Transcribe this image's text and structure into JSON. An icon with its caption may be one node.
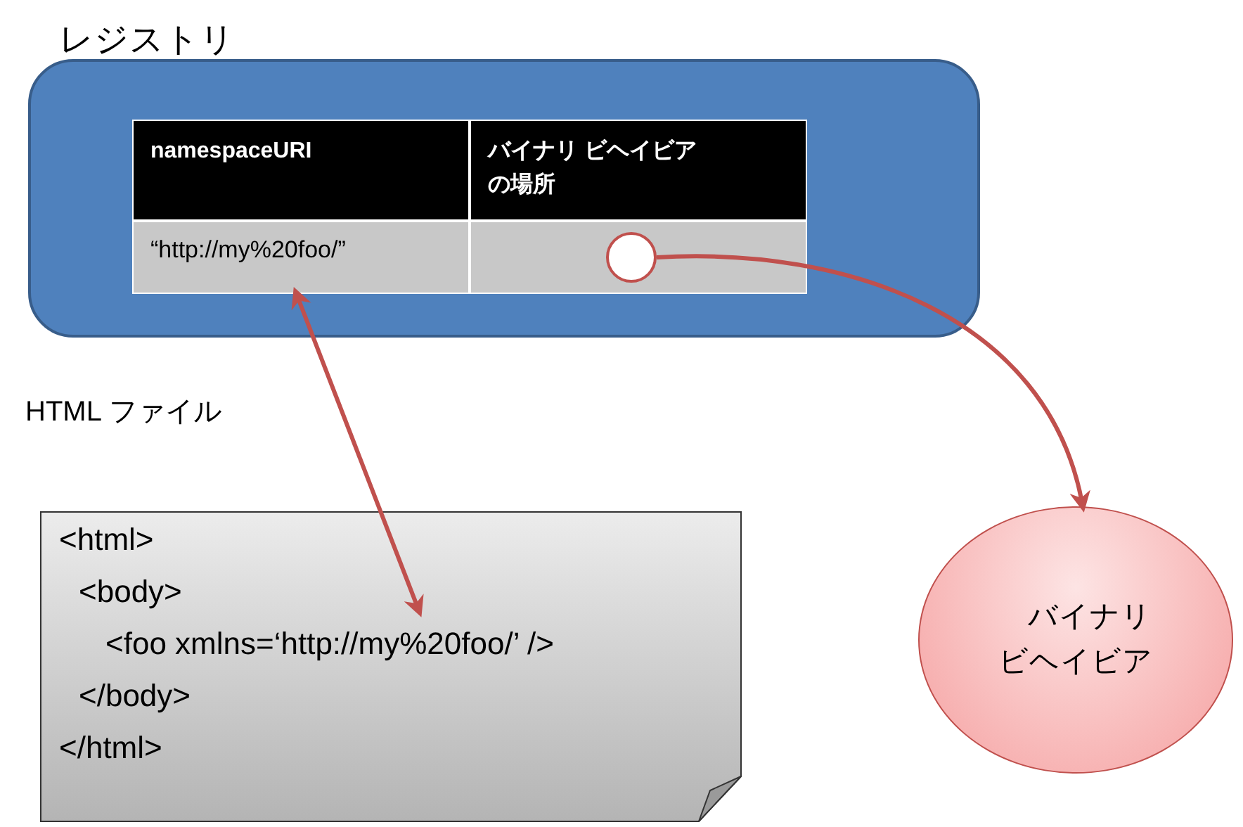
{
  "diagram": {
    "nodes": [
      {
        "text": [
          "レジストリ"
        ]
      },
      {
        "text": [
          "namespaceURI"
        ],
        "in": 0
      },
      {
        "text": [
          "バイナリ ビヘイビアの場所"
        ],
        "in": 0
      },
      {
        "text": [
          "“http://my%20foo/”"
        ],
        "in": 0
      },
      {
        "text": [],
        "shape": "box",
        "in": 0
      },
      {
        "text": [],
        "shape": "circle",
        "in": 4
      },
      {
        "text": [
          "HTML ファイル",
          "<html>",
          "<body>",
          "<foo xmlns=‘http://my%20foo/’ />",
          "</body>",
          "</html>"
        ]
      },
      {
        "text": [
          "バイナリビヘイビア"
        ]
      }
    ],
    "edges": [
      {
        "from": 3,
        "to": 6,
        "arrow": "both"
      },
      {
        "from": 5,
        "to": 7,
        "arrow": "to"
      }
    ]
  }
}
